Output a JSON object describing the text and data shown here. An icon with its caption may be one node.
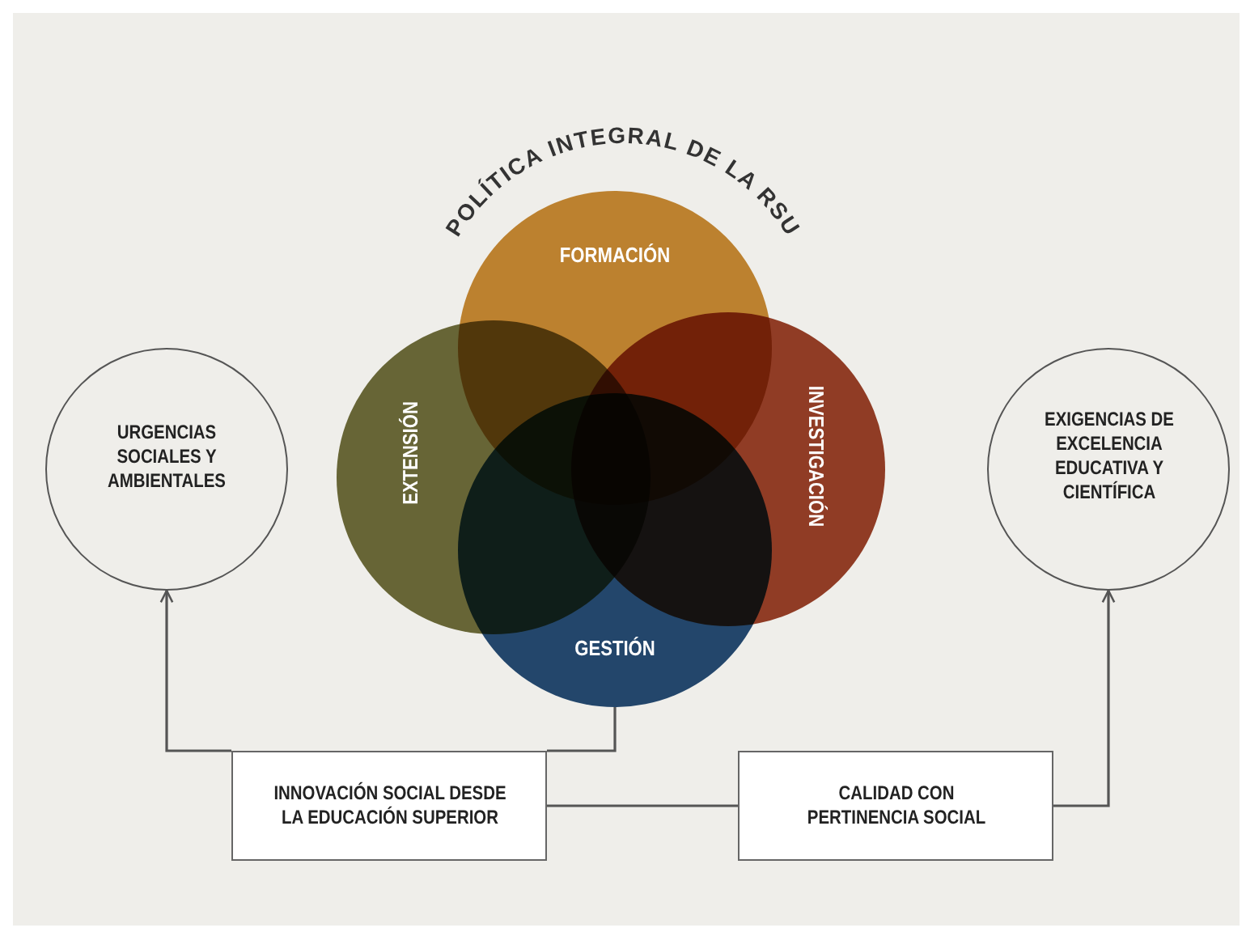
{
  "diagram": {
    "title": "POLÍTICA INTEGRAL DE LA RSU",
    "nodes": [
      {
        "text": [
          "URGENCIAS SOCIALES Y AMBIENTALES"
        ]
      },
      {
        "text": [
          "FORMACIÓN"
        ]
      },
      {
        "text": [
          "EXTENSIÓN"
        ]
      },
      {
        "text": [
          "INVESTIGACIÓN"
        ]
      },
      {
        "text": [
          "GESTIÓN"
        ]
      },
      {
        "text": [
          "EXIGENCIAS DE EXCELENCIA EDUCATIVA Y CIENTÍFICA"
        ]
      },
      {
        "text": [
          "INNOVACIÓN SOCIAL DESDE LA EDUCACIÓN SUPERIOR"
        ]
      },
      {
        "text": [
          "CALIDAD CON PERTINENCIA SOCIAL"
        ]
      }
    ],
    "edges": [
      {
        "from": 4,
        "to": 6,
        "arrow": "none"
      },
      {
        "from": 6,
        "to": 0,
        "arrow": "to"
      },
      {
        "from": 6,
        "to": 7,
        "arrow": "none"
      },
      {
        "from": 7,
        "to": 5,
        "arrow": "to"
      }
    ]
  }
}
